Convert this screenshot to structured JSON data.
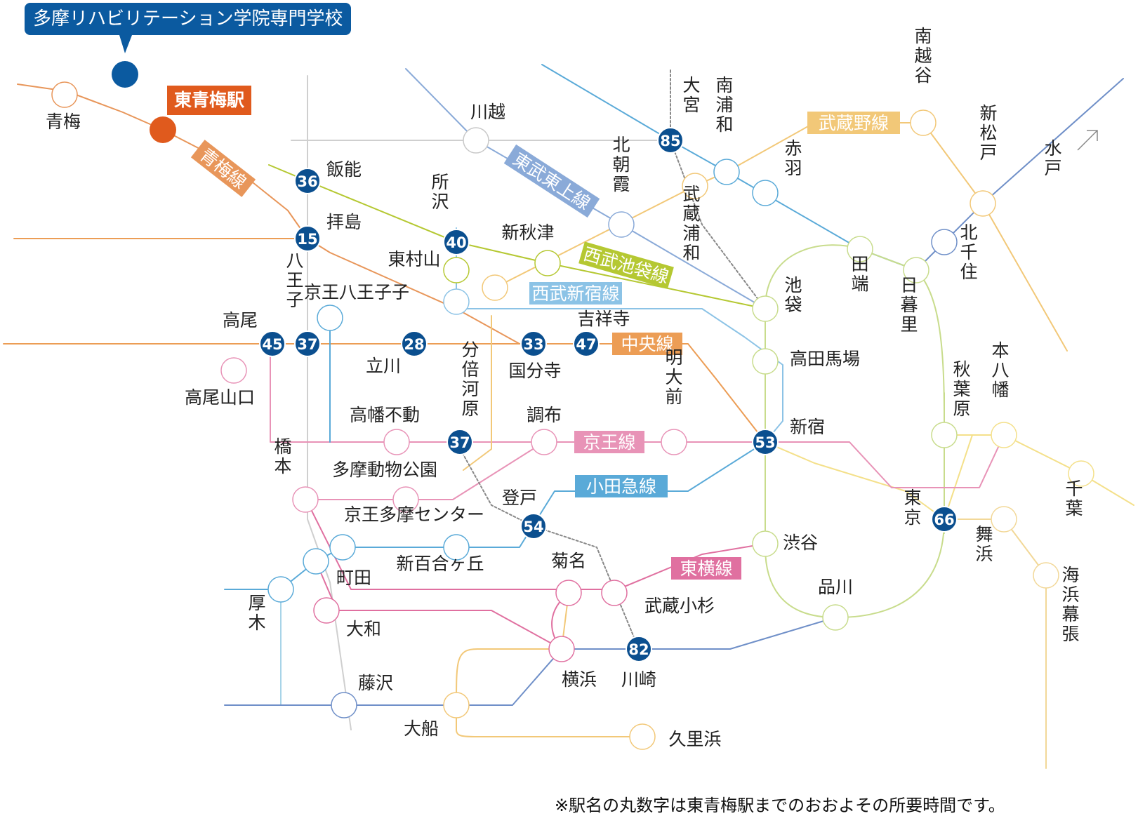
{
  "school_name": "多摩リハビリテーション学院専門学校",
  "home_station": "東青梅駅",
  "note": "※駅名の丸数字は東青梅駅までのおおよその所要時間です。",
  "colors": {
    "school": "#0b5aa0",
    "home": "#e05a1d",
    "time_badge": "#0b4f8f",
    "ome_line": "#e8965a",
    "chuo_line": "#ec9d55",
    "keio_line": "#e893b7",
    "odakyu_line": "#5aaad8",
    "seibu_ikebukuro_line": "#b5c832",
    "seibu_shinjuku_line": "#8cc3e6",
    "tobu_tojo_line": "#8aaad8",
    "musashino_line": "#f2c878",
    "toyoko_line": "#e070a0",
    "yamanote_line": "#c8dc8c"
  },
  "lines": [
    {
      "name": "青梅線",
      "color": "#e8965a"
    },
    {
      "name": "東武東上線",
      "color": "#8aaad8"
    },
    {
      "name": "武蔵野線",
      "color": "#f2c878"
    },
    {
      "name": "西武池袋線",
      "color": "#b5c832"
    },
    {
      "name": "西武新宿線",
      "color": "#8cc3e6"
    },
    {
      "name": "中央線",
      "color": "#ec9d55"
    },
    {
      "name": "京王線",
      "color": "#e893b7"
    },
    {
      "name": "小田急線",
      "color": "#5aaad8"
    },
    {
      "name": "東横線",
      "color": "#e070a0"
    }
  ],
  "stations": [
    {
      "name": "青梅"
    },
    {
      "name": "川越"
    },
    {
      "name": "大宮",
      "minutes": "85"
    },
    {
      "name": "南浦和"
    },
    {
      "name": "南越谷"
    },
    {
      "name": "新松戸"
    },
    {
      "name": "水戸"
    },
    {
      "name": "飯能",
      "minutes": "36"
    },
    {
      "name": "北朝霞"
    },
    {
      "name": "武蔵浦和"
    },
    {
      "name": "赤羽"
    },
    {
      "name": "拝島",
      "minutes": "15"
    },
    {
      "name": "所沢",
      "minutes": "40"
    },
    {
      "name": "新秋津"
    },
    {
      "name": "東村山"
    },
    {
      "name": "北千住"
    },
    {
      "name": "田端"
    },
    {
      "name": "日暮里"
    },
    {
      "name": "池袋"
    },
    {
      "name": "京王八王子子"
    },
    {
      "name": "八王子",
      "minutes": "37"
    },
    {
      "name": "高尾",
      "minutes": "45"
    },
    {
      "name": "立川",
      "minutes": "28"
    },
    {
      "name": "国分寺",
      "minutes": "33"
    },
    {
      "name": "吉祥寺",
      "minutes": "47"
    },
    {
      "name": "高田馬場"
    },
    {
      "name": "高尾山口"
    },
    {
      "name": "分倍河原",
      "minutes": "37"
    },
    {
      "name": "明大前"
    },
    {
      "name": "秋葉原"
    },
    {
      "name": "本八幡"
    },
    {
      "name": "高幡不動"
    },
    {
      "name": "調布"
    },
    {
      "name": "新宿",
      "minutes": "53"
    },
    {
      "name": "千葉"
    },
    {
      "name": "橋本"
    },
    {
      "name": "多摩動物公園"
    },
    {
      "name": "登戸",
      "minutes": "54"
    },
    {
      "name": "東京",
      "minutes": "66"
    },
    {
      "name": "京王多摩センター"
    },
    {
      "name": "舞浜"
    },
    {
      "name": "渋谷"
    },
    {
      "name": "新百合ヶ丘"
    },
    {
      "name": "菊名"
    },
    {
      "name": "町田"
    },
    {
      "name": "海浜幕張"
    },
    {
      "name": "品川"
    },
    {
      "name": "厚木"
    },
    {
      "name": "武蔵小杉"
    },
    {
      "name": "大和"
    },
    {
      "name": "横浜"
    },
    {
      "name": "川崎",
      "minutes": "82"
    },
    {
      "name": "藤沢"
    },
    {
      "name": "大船"
    },
    {
      "name": "久里浜"
    }
  ]
}
